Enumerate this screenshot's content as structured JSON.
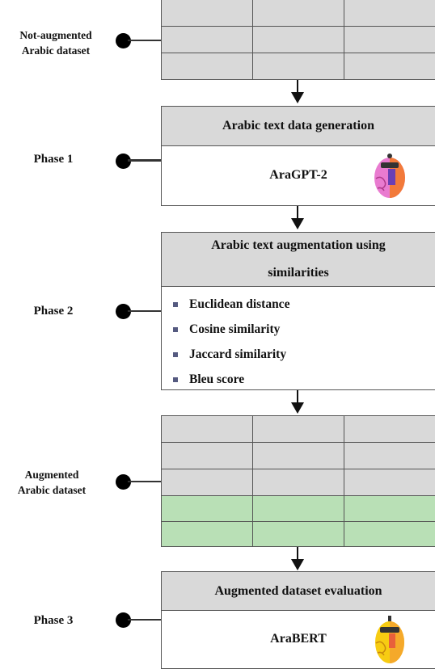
{
  "labels": {
    "not_augmented": "Not-augmented\nArabic dataset",
    "phase1": "Phase 1",
    "phase2": "Phase 2",
    "augmented": "Augmented\nArabic dataset",
    "phase3": "Phase 3"
  },
  "phase1_box": {
    "title": "Arabic text data generation",
    "model": "AraGPT-2"
  },
  "phase2_box": {
    "title": "Arabic text augmentation using similarities",
    "metrics": [
      "Euclidean distance",
      "Cosine similarity",
      "Jaccard similarity",
      "Bleu score"
    ]
  },
  "phase3_box": {
    "title": "Augmented dataset evaluation",
    "model": "AraBERT"
  },
  "colors": {
    "header_gray": "#d9d9d9",
    "augmented_green": "#b9e0b6",
    "gpt_logo_pink": "#e97bd0",
    "gpt_logo_orange": "#f27a3a",
    "bert_logo_yellow": "#f7cc12"
  }
}
